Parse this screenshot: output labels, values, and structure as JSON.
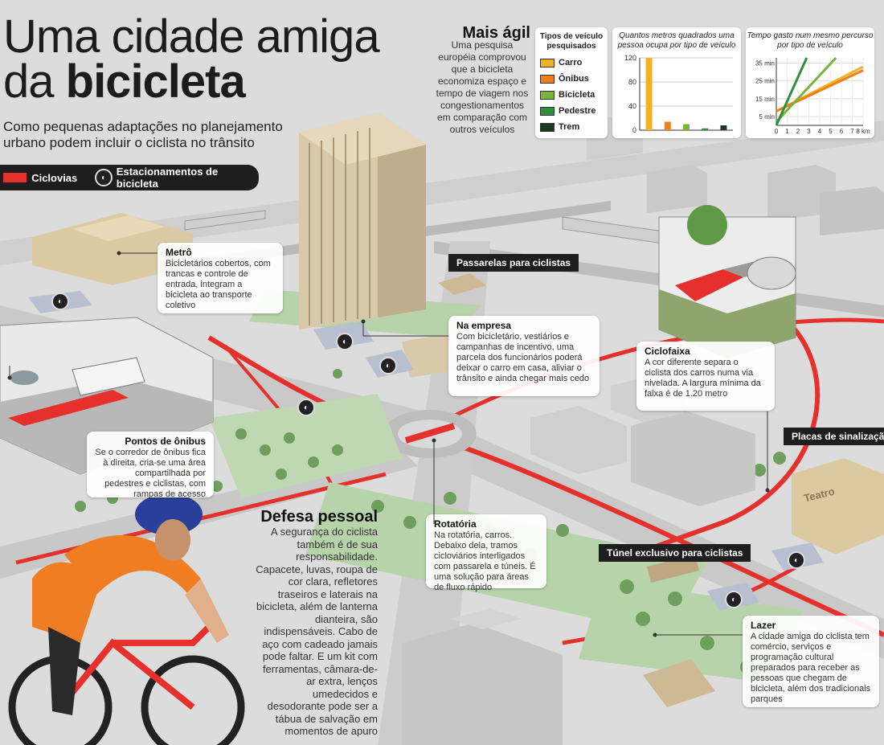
{
  "header": {
    "title_line1": "Uma cidade amiga",
    "title_line2_prefix": "da ",
    "title_line2_bold": "bicicleta",
    "subtitle": "Como pequenas adaptações no planejamento urbano podem incluir o ciclista no trânsito"
  },
  "legend": {
    "ciclovias": "Ciclovias",
    "estacionamentos": "Estacionamentos de bicicleta"
  },
  "colors": {
    "bike_lane": "#e5302c",
    "carro": "#f0b323",
    "onibus": "#ef7d1a",
    "bicicleta": "#7db33a",
    "pedestre": "#2f8f3a",
    "trem": "#1b3a1f",
    "label_bg": "#1e1e1e",
    "ground": "#d9d9d9"
  },
  "icons": [
    "bike-parking-icon"
  ],
  "mais_agil": {
    "title": "Mais ágil",
    "text": "Uma pesquisa européia comprovou que a bicicleta economiza espaço e tempo de viagem nos congestionamentos em comparação com outros veículos"
  },
  "vehicle_legend": {
    "title": "Tipos de veículo pesquisados",
    "items": [
      "Carro",
      "Ônibus",
      "Bicicleta",
      "Pedestre",
      "Trem"
    ]
  },
  "chart_data": [
    {
      "type": "bar",
      "title": "Quantos metros quadrados uma pessoa ocupa por tipo de veículo",
      "categories": [
        "Carro",
        "Ônibus",
        "Bicicleta",
        "Pedestre",
        "Trem"
      ],
      "values": [
        120,
        14,
        10,
        3,
        8
      ],
      "yticks": [
        0,
        40,
        80,
        120
      ],
      "ylim": [
        0,
        120
      ],
      "grid": true
    },
    {
      "type": "line",
      "title": "Tempo gasto num mesmo percurso por tipo de veículo",
      "xticks": [
        0,
        1,
        2,
        3,
        4,
        5,
        6,
        7,
        8
      ],
      "xunit": "km",
      "yticks": [
        5,
        15,
        25,
        35
      ],
      "yunit": "min",
      "xlim": [
        0,
        8
      ],
      "ylim": [
        0,
        38
      ],
      "series": [
        {
          "color_key": "carro",
          "x": [
            0,
            8
          ],
          "y": [
            8,
            33
          ]
        },
        {
          "color_key": "onibus",
          "x": [
            0,
            8
          ],
          "y": [
            8,
            31
          ]
        },
        {
          "color_key": "bicicleta",
          "x": [
            0,
            5.5
          ],
          "y": [
            2,
            38
          ]
        },
        {
          "color_key": "pedestre",
          "x": [
            0,
            2.8
          ],
          "y": [
            0,
            38
          ]
        }
      ]
    }
  ],
  "labels": {
    "passarelas": "Passarelas para ciclistas",
    "placas": "Placas de sinalização",
    "tunel": "Túnel exclusivo para ciclistas"
  },
  "callouts": {
    "metro": {
      "title": "Metrô",
      "text": "Bicicletários cobertos, com trancas e controle de entrada, integram a bicicleta ao transporte coletivo"
    },
    "empresa": {
      "title": "Na empresa",
      "text": "Com bicicletário, vestiários e campanhas de incentivo, uma parcela dos funcionários poderá deixar o carro em casa, aliviar o trânsito e ainda chegar mais cedo"
    },
    "ciclofaixa": {
      "title": "Ciclofaixa",
      "text": "A cor diferente separa o ciclista dos carros numa via nivelada. A largura mínima da faixa é de 1.20 metro"
    },
    "onibus": {
      "title": "Pontos de ônibus",
      "text": "Se o corredor de ônibus fica à direita, cria-se uma área compartilhada por pedestres e ciclistas, com rampas de acesso"
    },
    "rotatoria": {
      "title": "Rotatória",
      "text": "Na rotatória, carros. Debaixo dela, tramos cicloviários interligados com passarela e túneis. É uma solução para áreas de fluxo rápido"
    },
    "lazer": {
      "title": "Lazer",
      "text": "A cidade amiga do ciclista tem comércio, serviços e programação cultural preparados para receber as pessoas que chegam de bicicleta, além dos tradicionais parques"
    },
    "defesa": {
      "title": "Defesa pessoal",
      "text": "A segurança do ciclista também é de sua responsabilidade. Capacete, luvas, roupa de cor clara, refletores traseiros e laterais na bicicleta, além de lanterna dianteira, são indispensáveis. Cabo de aço com cadeado jamais pode faltar. E um kit com ferramentas, câmara-de-ar extra, lenços umedecidos e desodorante pode ser a tábua de salvação em momentos de apuro"
    }
  },
  "theater_sign": "Teatro"
}
